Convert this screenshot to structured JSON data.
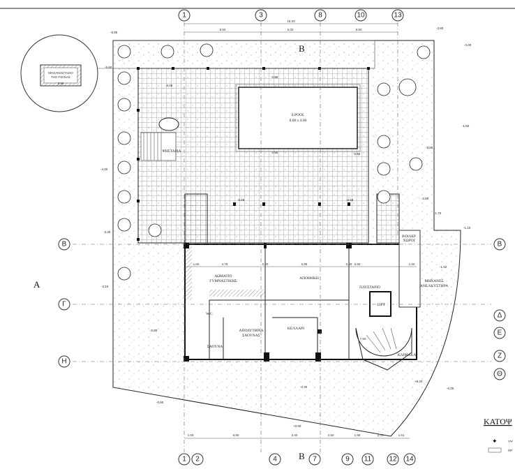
{
  "drawing": {
    "title": "ΚΑΤΟΨ",
    "grid_top": [
      "1",
      "3",
      "8",
      "10",
      "13"
    ],
    "grid_bottom": [
      "1",
      "2",
      "4",
      "7",
      "9",
      "11",
      "12",
      "14"
    ],
    "grid_left": [
      "Β",
      "Γ",
      "Η"
    ],
    "grid_right": [
      "Β",
      "Δ",
      "Ε",
      "Ζ",
      "Θ"
    ],
    "section_marks": {
      "a": "A",
      "b_top": "B",
      "b_bottom": "B"
    },
    "top_dims": [
      "8.50",
      "5.00",
      "8.50"
    ],
    "top_total": "18.00",
    "bottom_dims": [
      "1.00",
      "6.80",
      "3.40",
      "2.50",
      "1.55",
      "2.10",
      "1.61"
    ],
    "rooms": {
      "inset": [
        "ΜΗΧΑΝΟΣΤΑΣΙΟ",
        "ΤΗΣ ΠΙΣΙΝΑΣ"
      ],
      "inset_dim": "3.50",
      "pool": "S.POOL",
      "pool_size": "8.00 x 4.00",
      "bbq": "ΨΗΣΤΑΡΙΑ",
      "gym": [
        "ΔΩΜΑΤΙΟ",
        "ΓΥΜΝΑΣΤΙΚΗΣ"
      ],
      "storage": "ΑΠΟΘΗΚΗ",
      "laundry": "ΠΛΥΣΤΑΡΙΟ",
      "lift": "LIFT",
      "cellar": "ΚΕΛΛΑΡΙ",
      "changing": [
        "ΑΠΟΔΥΤΗΡΙΑ",
        "ΣΑΟΥΝΑΣ"
      ],
      "sauna": "ΣΑΟΥΝΑ",
      "wc": "W.C",
      "boiler": [
        "ΒΟΙΛΕΡ",
        "ΧΩΡΟΙ"
      ],
      "lift_machines": [
        "ΜΗΧΑΝΕΣ",
        "ΑΝΕΛΚΥΣΤΗΡΑ"
      ],
      "stair": "ΚΛΙΜΑΚΑ"
    },
    "levels": [
      "-2.48",
      "-2.55",
      "-2.55",
      "-2.58",
      "-2.58",
      "-2.55",
      "-5.80",
      "-3.80",
      "-0.90",
      "-0.70",
      "-0.60",
      "+0.00",
      "+0.20",
      "-0.25",
      "-1.10",
      "-1.50",
      "-3.00",
      "-4.20",
      "-3.30",
      "-2.10",
      "-1.70",
      "-1.10",
      "-5.60",
      "-3.85",
      "-2.60"
    ],
    "house_dims": [
      "1.60",
      "4.75",
      "0.20",
      "6.85",
      "0.90",
      "0.60",
      "1.60",
      "7.50"
    ],
    "legend": [
      "ΥΨ",
      "ΠΡ"
    ]
  }
}
